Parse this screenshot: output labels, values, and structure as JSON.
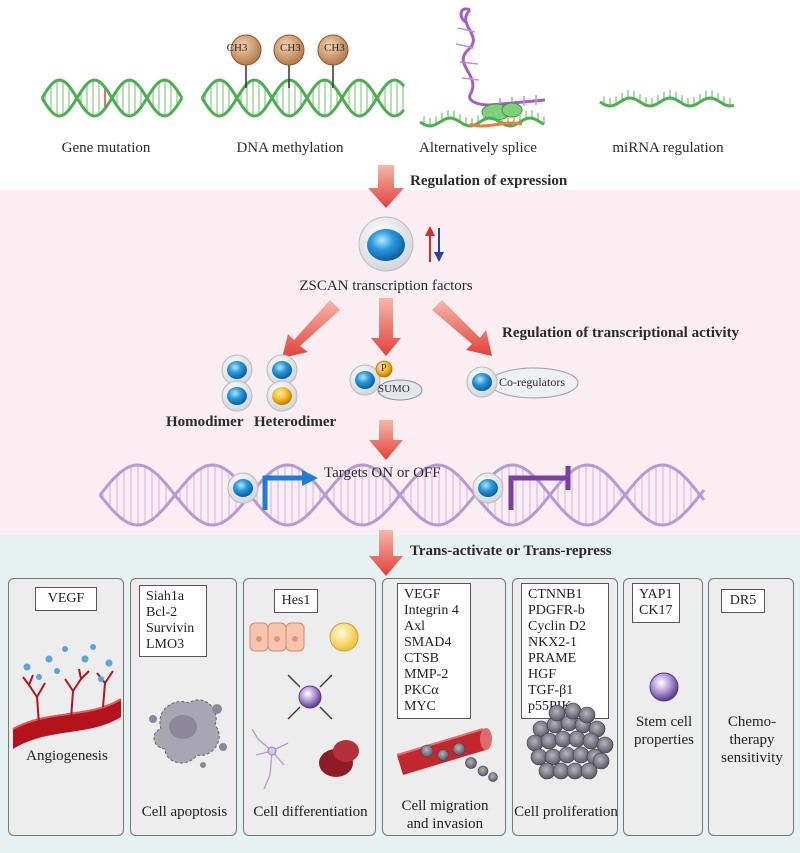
{
  "top": {
    "labels": [
      "Gene mutation",
      "DNA methylation",
      "Alternatively splice",
      "miRNA regulation"
    ],
    "methyl_tag": "CH3"
  },
  "steps": {
    "expression": "Regulation of expression",
    "tf_label": "ZSCAN transcription factors",
    "activity": "Regulation of transcriptional activity",
    "homodimer": "Homodimer",
    "heterodimer": "Heterodimer",
    "phospho": "P",
    "sumo": "SUMO",
    "coreg": "Co-regulators",
    "targets": "Targets ON or OFF",
    "trans": "Trans-activate or Trans-repress"
  },
  "panels": [
    {
      "genes": [
        "VEGF"
      ],
      "title": "Angiogenesis"
    },
    {
      "genes": [
        "Siah1a",
        "Bcl-2",
        "Survivin",
        "LMO3"
      ],
      "title": "Cell apoptosis"
    },
    {
      "genes": [
        "Hes1"
      ],
      "title": "Cell differentiation"
    },
    {
      "genes": [
        "VEGF",
        "Integrin 4",
        "Axl",
        "SMAD4",
        "CTSB",
        "MMP-2",
        "PKCα",
        "MYC"
      ],
      "title_lines": [
        "Cell migration",
        "and invasion"
      ]
    },
    {
      "genes": [
        "CTNNB1",
        "PDGFR-b",
        "Cyclin D2",
        "NKX2-1",
        "PRAME",
        "HGF",
        "TGF-β1",
        "p55PIK"
      ],
      "title": "Cell proliferation"
    },
    {
      "genes": [
        "YAP1",
        "CK17"
      ],
      "title_lines": [
        "Stem cell",
        "properties"
      ]
    },
    {
      "genes": [
        "DR5"
      ],
      "title_lines": [
        "Chemo-",
        "therapy",
        "sensitivity"
      ]
    }
  ],
  "colors": {
    "dna_green": "#4caf50",
    "dna_purple": "#a88fc8",
    "arrow_red": "#e2403a",
    "cell_blue": "#1e8bd0",
    "pink_band": "#fbeef2",
    "teal_band": "#e8f1f1",
    "vessel_red": "#b5131b"
  }
}
